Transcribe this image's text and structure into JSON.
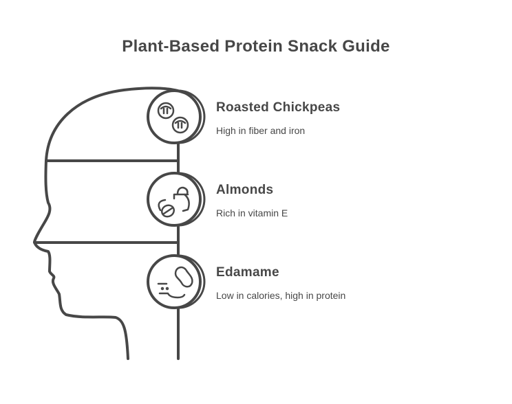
{
  "title": "Plant-Based Protein Snack Guide",
  "items": [
    {
      "name": "Roasted Chickpeas",
      "description": "High in fiber and iron",
      "icon": "chickpeas-icon"
    },
    {
      "name": "Almonds",
      "description": "Rich in vitamin E",
      "icon": "almonds-icon"
    },
    {
      "name": "Edamame",
      "description": "Low in calories, high in protein",
      "icon": "edamame-icon"
    }
  ],
  "colors": {
    "stroke": "#474747",
    "background": "#ffffff"
  }
}
